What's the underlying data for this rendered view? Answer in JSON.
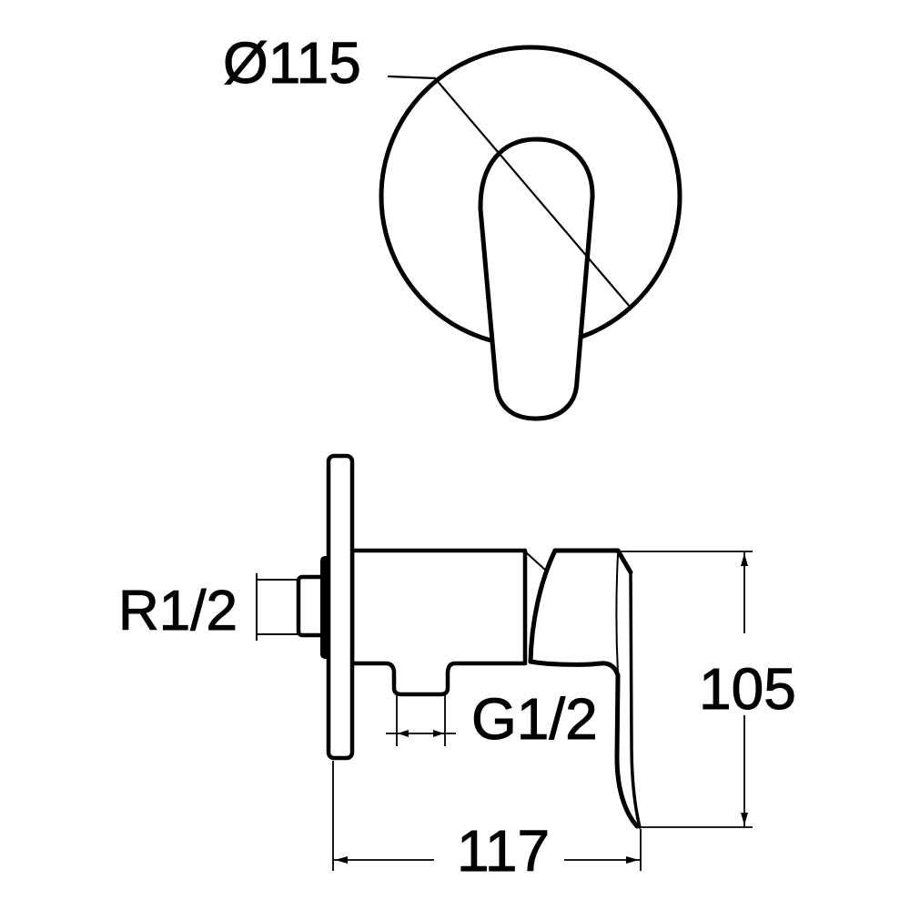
{
  "canvas": {
    "background": "#ffffff",
    "line_color": "#000000"
  },
  "front_view": {
    "diameter_label": "Ø115"
  },
  "side_view": {
    "inlet_label": "R1/2",
    "outlet_label": "G1/2",
    "height_label": "105",
    "width_label": "117"
  }
}
